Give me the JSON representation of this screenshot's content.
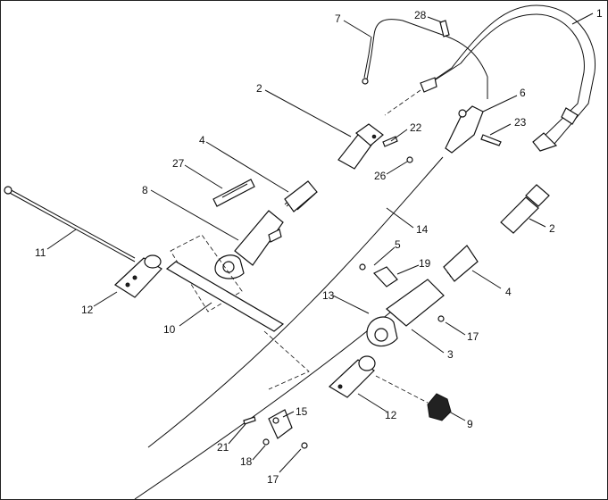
{
  "callouts": [
    {
      "id": "c1",
      "text": "1"
    },
    {
      "id": "c2a",
      "text": "2"
    },
    {
      "id": "c2b",
      "text": "2"
    },
    {
      "id": "c3",
      "text": "3"
    },
    {
      "id": "c4a",
      "text": "4"
    },
    {
      "id": "c4b",
      "text": "4"
    },
    {
      "id": "c5",
      "text": "5"
    },
    {
      "id": "c6",
      "text": "6"
    },
    {
      "id": "c7",
      "text": "7"
    },
    {
      "id": "c8",
      "text": "8"
    },
    {
      "id": "c9",
      "text": "9"
    },
    {
      "id": "c10",
      "text": "10"
    },
    {
      "id": "c11",
      "text": "11"
    },
    {
      "id": "c12a",
      "text": "12"
    },
    {
      "id": "c12b",
      "text": "12"
    },
    {
      "id": "c13",
      "text": "13"
    },
    {
      "id": "c14",
      "text": "14"
    },
    {
      "id": "c15",
      "text": "15"
    },
    {
      "id": "c17a",
      "text": "17"
    },
    {
      "id": "c17b",
      "text": "17"
    },
    {
      "id": "c18",
      "text": "18"
    },
    {
      "id": "c19",
      "text": "19"
    },
    {
      "id": "c21",
      "text": "21"
    },
    {
      "id": "c22",
      "text": "22"
    },
    {
      "id": "c23",
      "text": "23"
    },
    {
      "id": "c26",
      "text": "26"
    },
    {
      "id": "c27",
      "text": "27"
    },
    {
      "id": "c28",
      "text": "28"
    }
  ]
}
